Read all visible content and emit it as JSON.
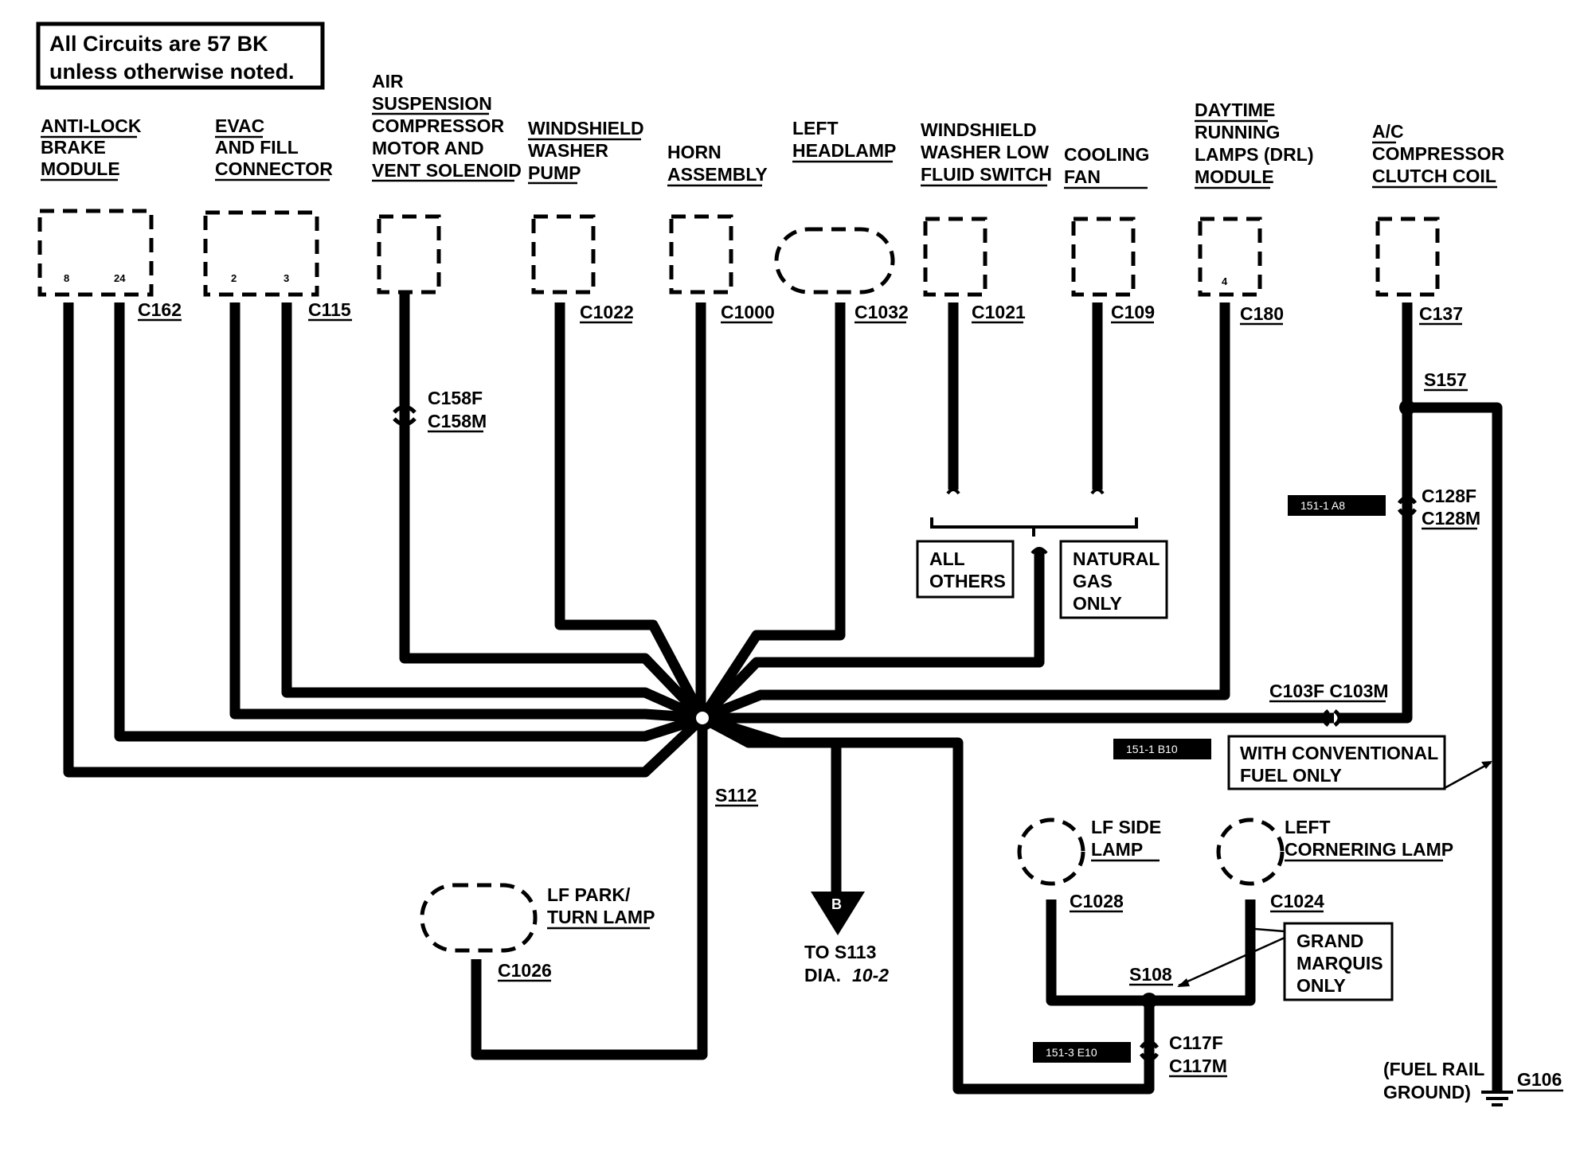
{
  "note": [
    "All Circuits are 57 BK",
    "unless otherwise noted."
  ],
  "components": {
    "abs": [
      "ANTI-LOCK",
      "BRAKE",
      "MODULE"
    ],
    "evac": [
      "EVAC",
      "AND FILL",
      "CONNECTOR"
    ],
    "air": [
      "AIR",
      "SUSPENSION",
      "COMPRESSOR",
      "MOTOR AND",
      "VENT SOLENOID"
    ],
    "wwpump": [
      "WINDSHIELD",
      "WASHER",
      "PUMP"
    ],
    "horn": [
      "HORN",
      "ASSEMBLY"
    ],
    "lhead": [
      "LEFT",
      "HEADLAMP"
    ],
    "wwlow": [
      "WINDSHIELD",
      "WASHER LOW",
      "FLUID SWITCH"
    ],
    "fan": [
      "COOLING",
      "FAN"
    ],
    "drl": [
      "DAYTIME",
      "RUNNING",
      "LAMPS (DRL)",
      "MODULE"
    ],
    "ac": [
      "A/C",
      "COMPRESSOR",
      "CLUTCH COIL"
    ],
    "lfpark": [
      "LF PARK/",
      "TURN LAMP"
    ],
    "lfside": [
      "LF SIDE",
      "LAMP"
    ],
    "lcorner": [
      "LEFT",
      "CORNERING LAMP"
    ]
  },
  "pins": {
    "abs_a": "8",
    "abs_b": "24",
    "evac_a": "2",
    "evac_b": "3",
    "drl": "4"
  },
  "connectors": {
    "c162": "C162",
    "c115": "C115",
    "c158f": "C158F",
    "c158m": "C158M",
    "c1022": "C1022",
    "c1000": "C1000",
    "c1032": "C1032",
    "c1021": "C1021",
    "c109": "C109",
    "c180": "C180",
    "c137": "C137",
    "c128f": "C128F",
    "c128m": "C128M",
    "c103": "C103F C103M",
    "c1026": "C1026",
    "c1028": "C1028",
    "c1024": "C1024",
    "c117f": "C117F",
    "c117m": "C117M"
  },
  "splices": {
    "s112": "S112",
    "s157": "S157",
    "s108": "S108"
  },
  "ground": {
    "id": "G106",
    "desc": [
      "(FUEL RAIL",
      "GROUND)"
    ]
  },
  "boxes": {
    "all_others": [
      "ALL",
      "OTHERS"
    ],
    "ngas": [
      "NATURAL",
      "GAS",
      "ONLY"
    ],
    "conv_fuel": [
      "WITH CONVENTIONAL",
      "FUEL ONLY"
    ],
    "grand_marquis": [
      "GRAND",
      "MARQUIS",
      "ONLY"
    ]
  },
  "refs": {
    "r1": "151-1 A8",
    "r2": "151-1 B10",
    "r3": "151-3 E10"
  },
  "offpage": {
    "letter": "B",
    "text": [
      "TO S113",
      "DIA."
    ],
    "dia_ref": "10-2"
  }
}
